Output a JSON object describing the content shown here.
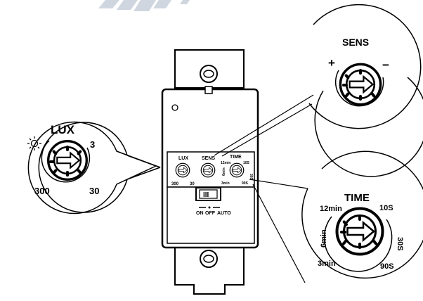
{
  "lux": {
    "title": "LUX",
    "max_label": "3",
    "min_label": "300",
    "mid_label": "30",
    "icon": "sun-icon"
  },
  "sens": {
    "title": "SENS",
    "plus_label": "+",
    "minus_label": "−"
  },
  "time": {
    "title": "TIME",
    "label_12min": "12min",
    "label_10s": "10S",
    "label_6min": "6min",
    "label_30s": "30S",
    "label_3min": "3min",
    "label_90s": "90S"
  },
  "device": {
    "lux_label": "LUX",
    "sens_label": "SENS",
    "time_label": "TIME",
    "lux_300": "300",
    "lux_30": "30",
    "time_12min": "12min",
    "time_10s": "10S",
    "time_6min": "6min",
    "time_30s": "30S",
    "time_3min": "3min",
    "time_90s": "90S",
    "switch_symbol": "III",
    "switch_on": "ON",
    "switch_off": "OFF",
    "switch_auto": "AUTO"
  },
  "colors": {
    "stroke": "#000000",
    "fill": "#ffffff"
  }
}
